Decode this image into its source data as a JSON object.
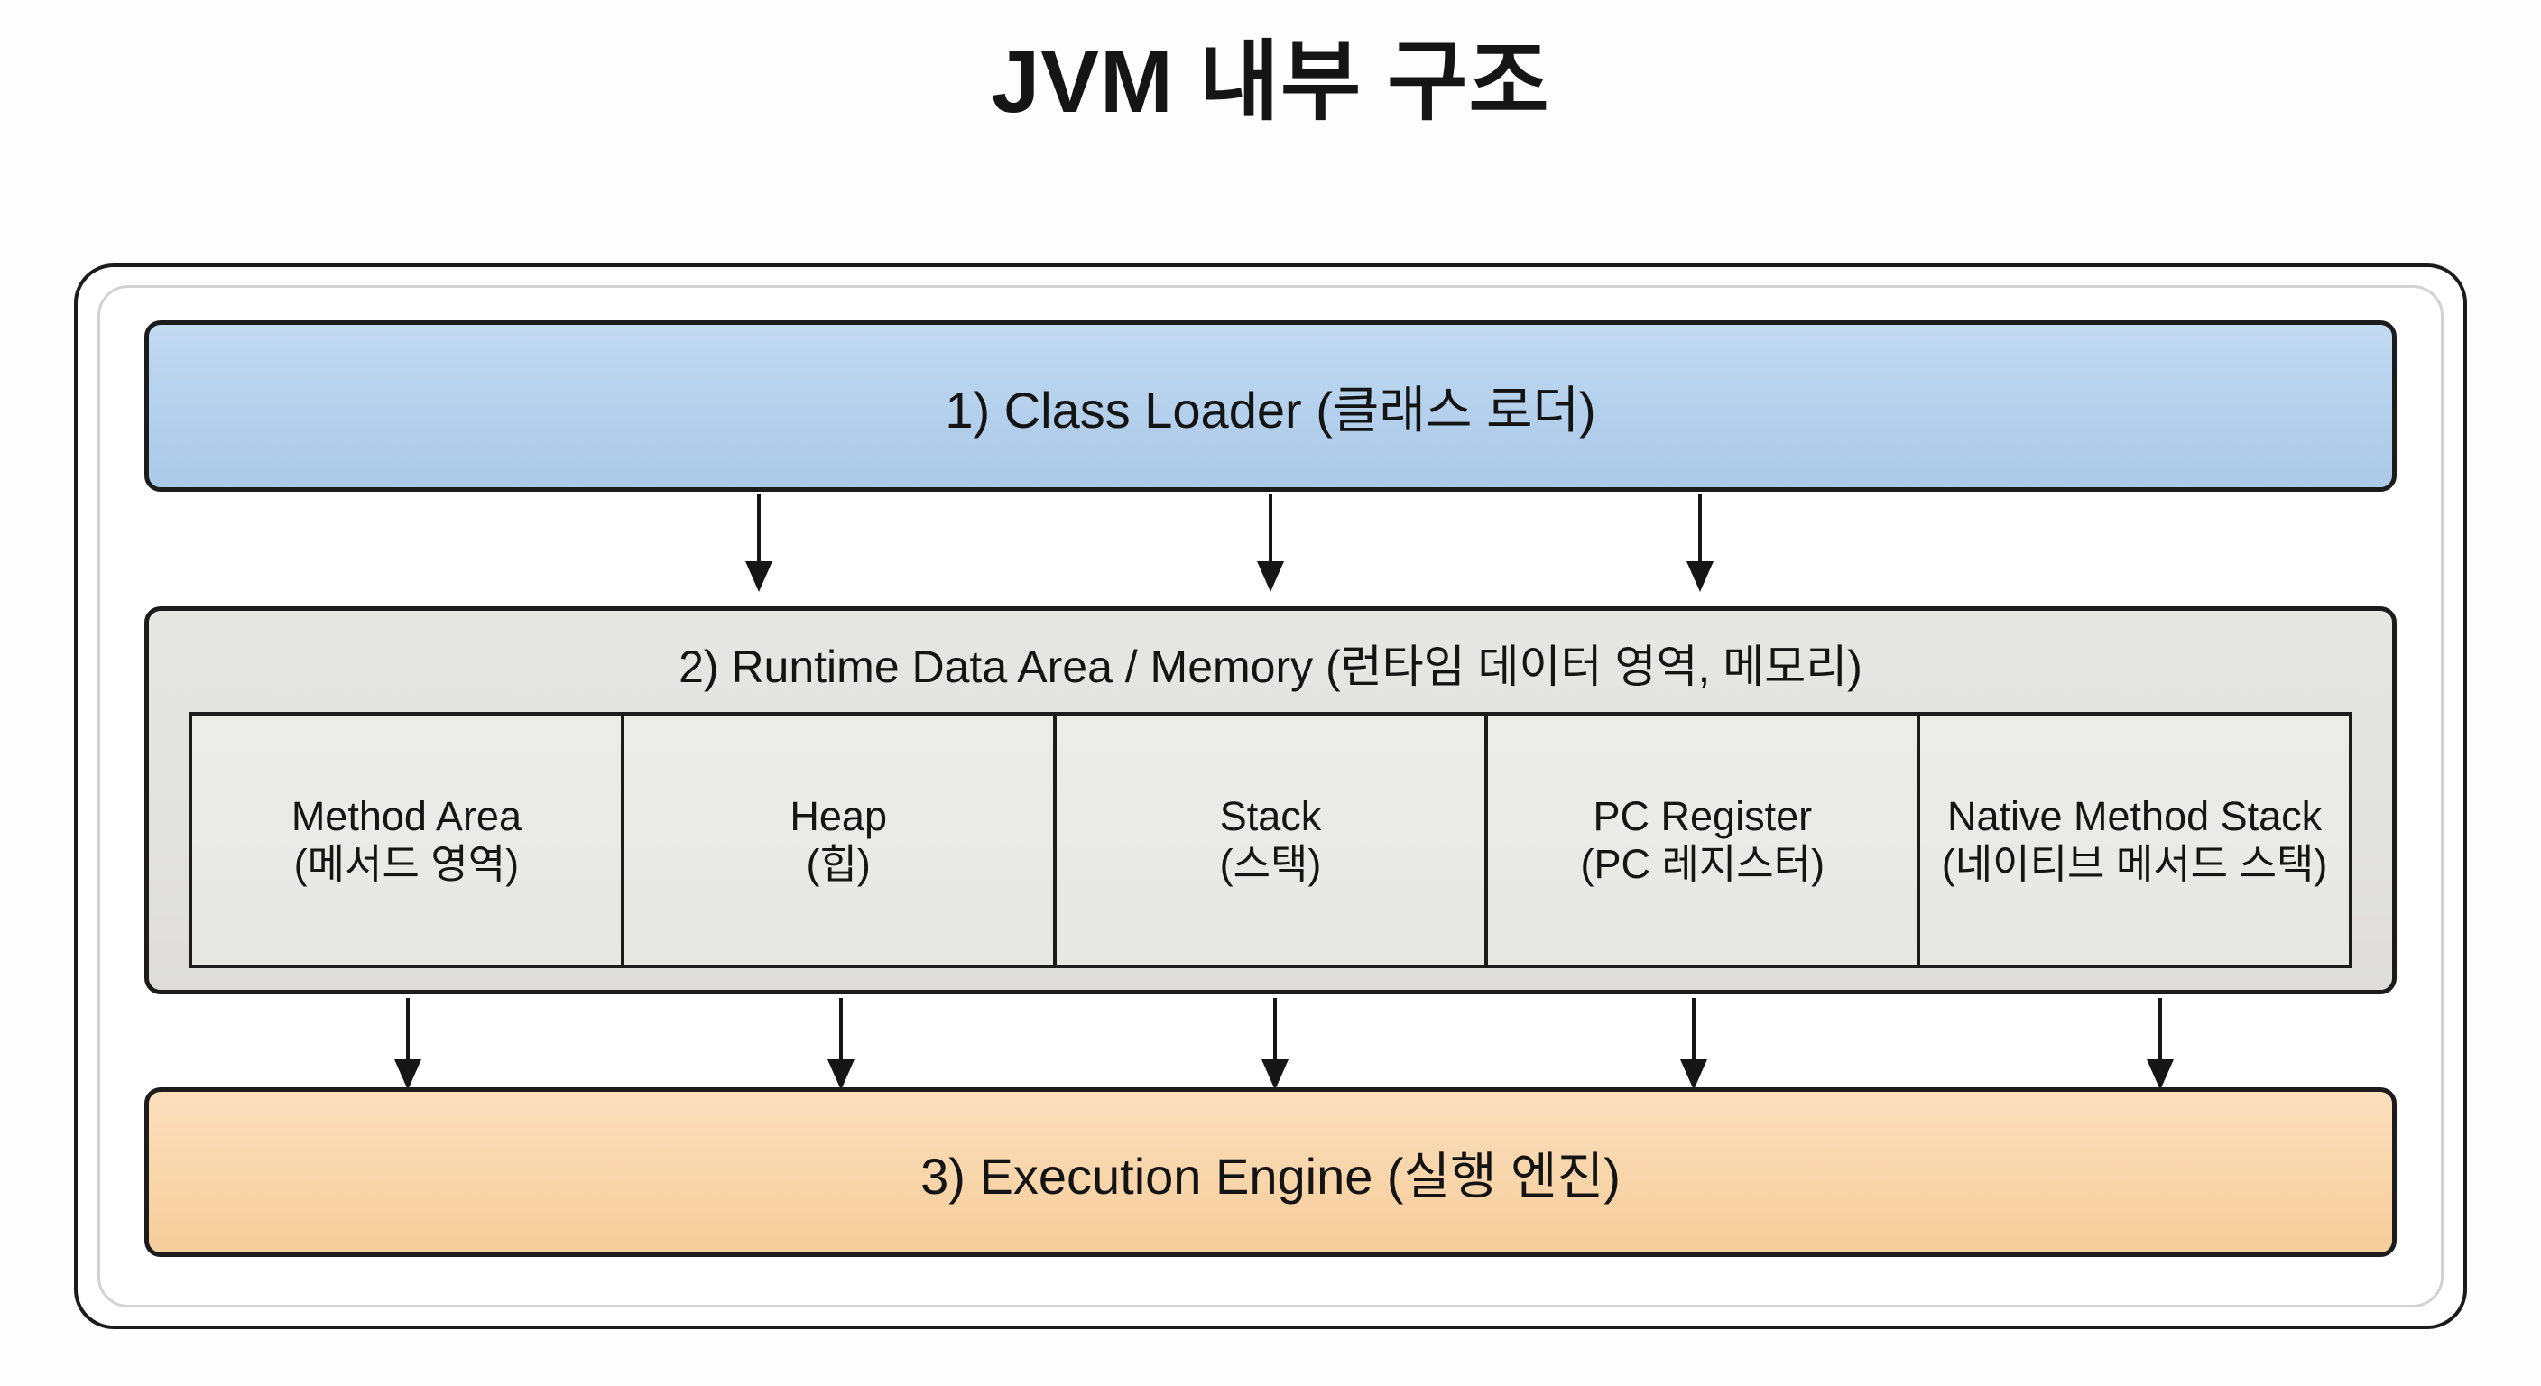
{
  "title": "JVM 내부 구조",
  "colors": {
    "class_loader_fill": "#b4d0ec",
    "runtime_fill": "#e2e2e0",
    "memory_cell_fill": "#eaeae8",
    "execution_fill": "#f8d4a8",
    "border": "#1c1c1c",
    "frame_outer": "#1b1b1b",
    "frame_inner": "#d2d2d2",
    "background": "#fdfdfd",
    "arrow": "#161616"
  },
  "diagram": {
    "class_loader": {
      "label": "1) Class Loader (클래스 로더)"
    },
    "runtime_data_area": {
      "title": "2) Runtime Data Area / Memory (런타임 데이터 영역, 메모리)",
      "cells": [
        {
          "en": "Method Area",
          "ko": "(메서드 영역)"
        },
        {
          "en": "Heap",
          "ko": "(힙)"
        },
        {
          "en": "Stack",
          "ko": "(스택)"
        },
        {
          "en": "PC Register",
          "ko": "(PC 레지스터)"
        },
        {
          "en": "Native Method Stack",
          "ko": "(네이티브 메서드 스택)"
        }
      ]
    },
    "execution_engine": {
      "label": "3) Execution Engine (실행 엔진)"
    },
    "arrows": {
      "class_loader_to_runtime": {
        "count": 3,
        "direction": "down"
      },
      "runtime_to_execution": {
        "count": 5,
        "direction": "down"
      }
    }
  }
}
